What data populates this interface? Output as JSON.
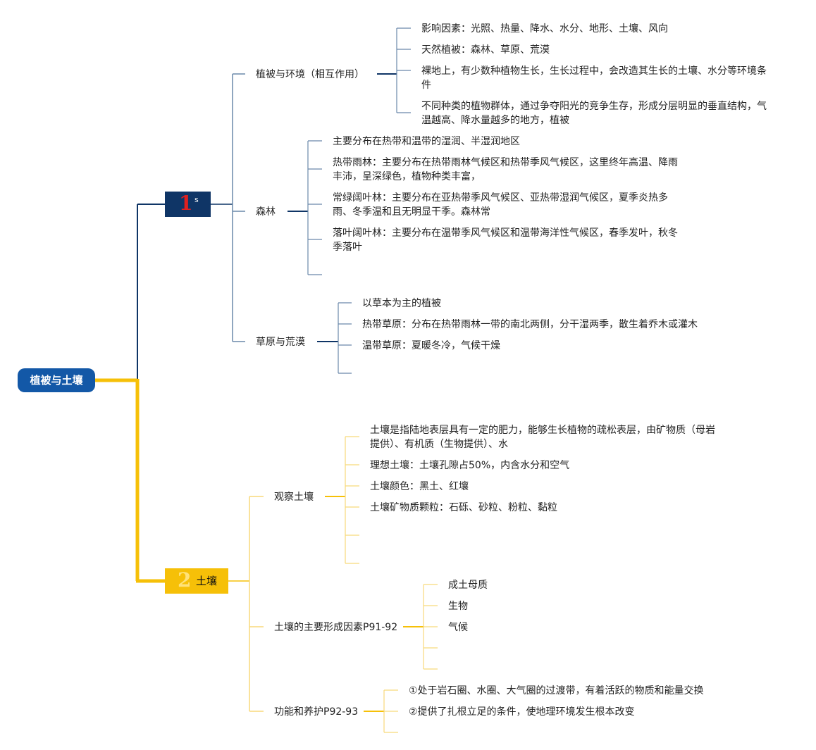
{
  "root": {
    "label": "植被与土壤"
  },
  "categories": [
    {
      "number": "1",
      "label": "s"
    },
    {
      "number": "2",
      "label": "土壤"
    }
  ],
  "colors": {
    "root_fill": "#1358a7",
    "cat1_fill": "#0f3566",
    "cat1_line": "#0f3566",
    "cat1_leaf_line": "#6a88aa",
    "cat2_fill": "#f6c008",
    "cat2_line": "#f6c008",
    "cat2_leaf_line": "#f8d97a",
    "number_red": "#e02020"
  },
  "branch1": {
    "topics": [
      {
        "label": "植被与环境（相互作用）",
        "items": [
          "影响因素：光照、热量、降水、水分、地形、土壤、风向",
          "天然植被：森林、草原、荒漠",
          "裸地上，有少数种植物生长，生长过程中，会改造其生长的土壤、水分等环境条件",
          "不同种类的植物群体，通过争夺阳光的竞争生存，形成分层明显的垂直结构，气温越高、降水量越多的地方，植被"
        ]
      },
      {
        "label": "森林",
        "items": [
          "主要分布在热带和温带的湿润、半湿润地区",
          "热带雨林：主要分布在热带雨林气候区和热带季风气候区，这里终年高温、降雨丰沛，呈深绿色，植物种类丰富，",
          "常绿阔叶林：主要分布在亚热带季风气候区、亚热带湿润气候区，夏季炎热多雨、冬季温和且无明显干季。森林常",
          "落叶阔叶林：主要分布在温带季风气候区和温带海洋性气候区，春季发叶，秋冬季落叶",
          ""
        ]
      },
      {
        "label": "草原与荒漠",
        "items": [
          "以草本为主的植被",
          "热带草原：分布在热带雨林一带的南北两侧，分干湿两季，散生着乔木或灌木",
          "温带草原：夏暖冬冷，气候干燥",
          ""
        ]
      }
    ]
  },
  "branch2": {
    "topics": [
      {
        "label": "观察土壤",
        "items": [
          "土壤是指陆地表层具有一定的肥力，能够生长植物的疏松表层，由矿物质（母岩提供）、有机质（生物提供）、水",
          "理想土壤：土壤孔隙占50%，内含水分和空气",
          "土壤颜色：黑土、红壤",
          "土壤矿物质颗粒：石砾、砂粒、粉粒、黏粒",
          "",
          ""
        ]
      },
      {
        "label": "土壤的主要形成因素P91-92",
        "items": [
          "成土母质",
          "生物",
          "气候",
          "",
          ""
        ]
      },
      {
        "label": "功能和养护P92-93",
        "items": [
          "①处于岩石圈、水圈、大气圈的过渡带，有着活跃的物质和能量交换",
          "②提供了扎根立足的条件，使地理环境发生根本改变",
          ""
        ]
      }
    ]
  }
}
